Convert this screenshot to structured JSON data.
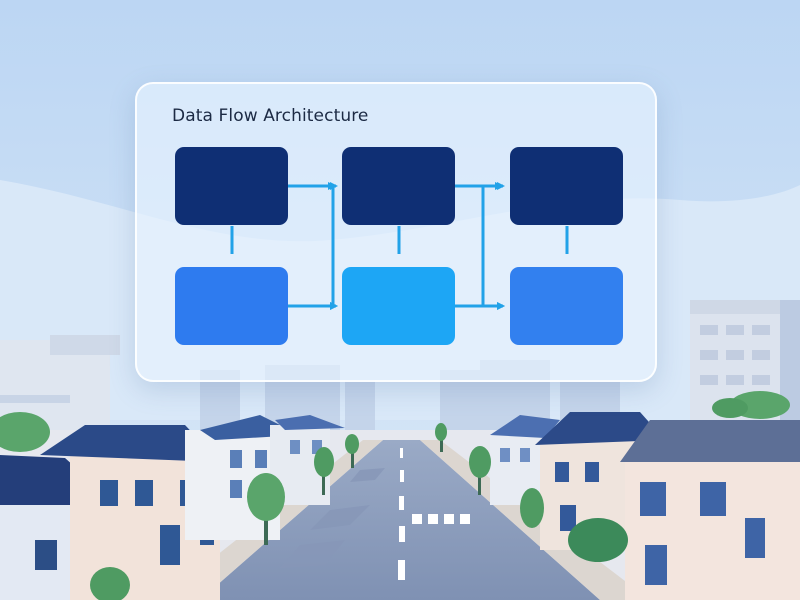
{
  "diagram": {
    "title": "Data Flow Architecture",
    "colors": {
      "top_row": "#0f2f74",
      "bottom_left": "#2e7bef",
      "bottom_middle": "#1da6f5",
      "bottom_right": "#3280ef",
      "connector": "#22a2e8"
    },
    "layout": "2 rows x 3 columns of boxes; vertical links in each column; arrows from left column to middle column and from middle column to right column on both rows"
  },
  "scene": {
    "background": "city street illustration with houses, trees and distant buildings under a light blue sky"
  }
}
